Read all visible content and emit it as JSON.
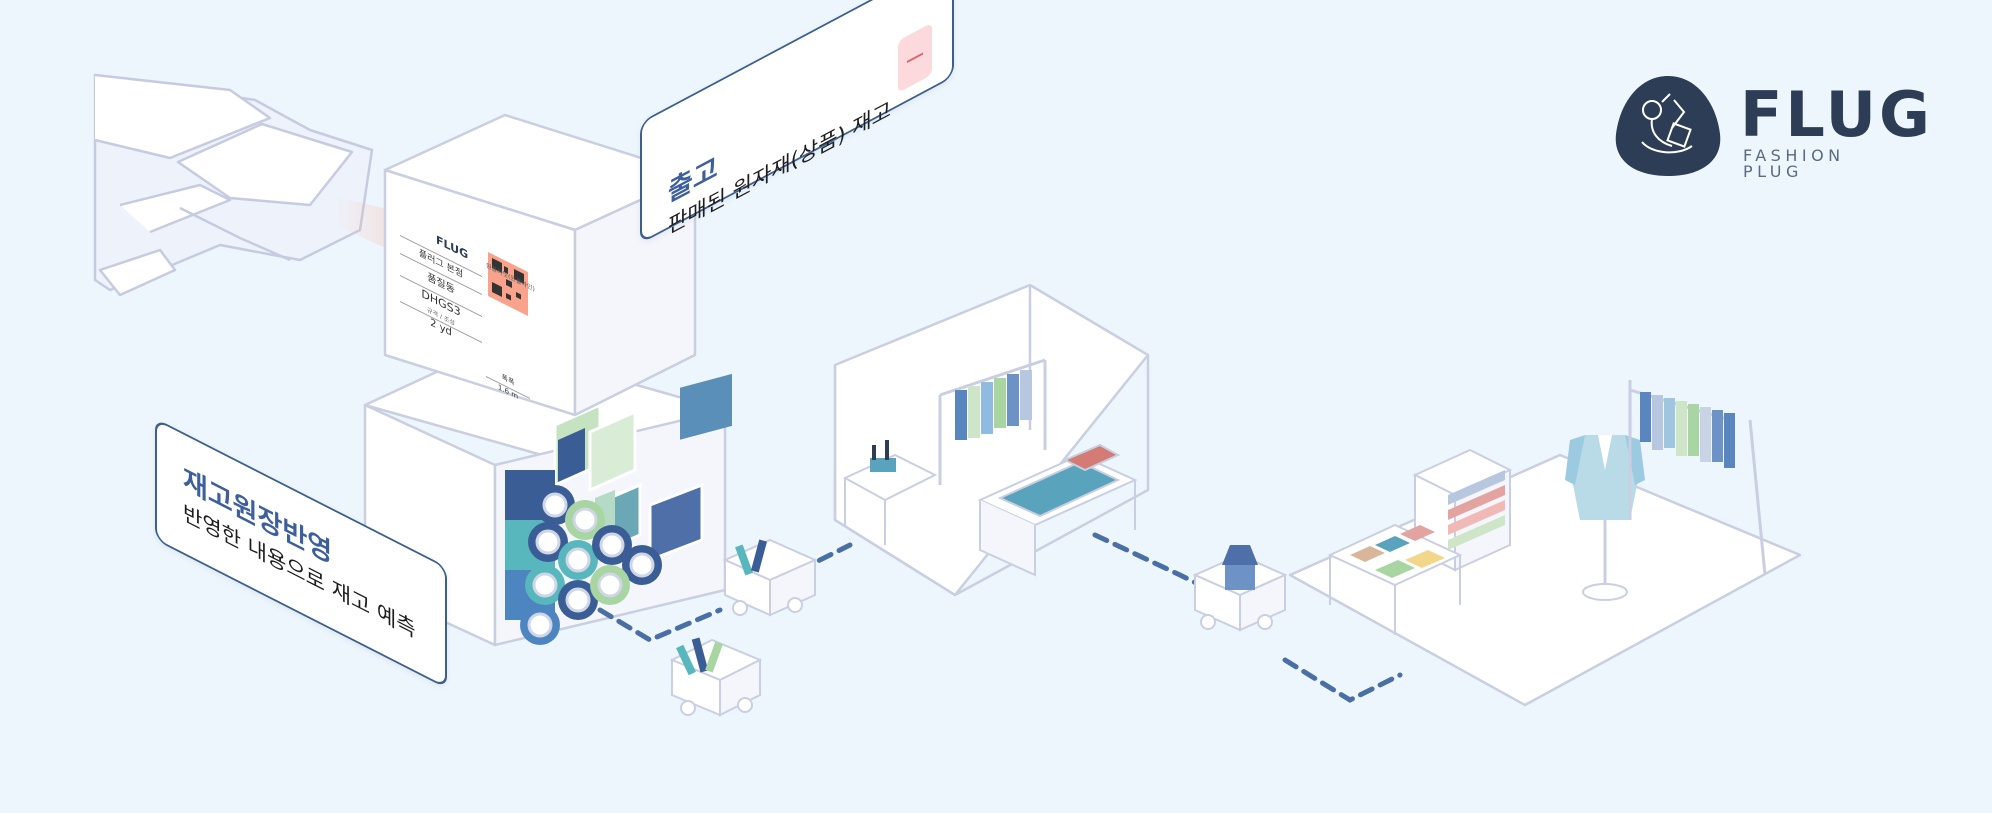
{
  "logo": {
    "word": "FLUG",
    "tagline": "FASHION PLUG",
    "color": "#2c3d55"
  },
  "cards": {
    "outbound": {
      "title": "출고",
      "description": "판매된 원자재(상품) 재고",
      "action_icon": "minus-icon",
      "action_color": "#fbd9dc"
    },
    "stock_ledger": {
      "title": "재고원장반영",
      "description": "반영한 내용으로 재고 예측"
    }
  },
  "label_sheet": {
    "brand": "FLUG",
    "right_header": "원플라잇(원플라인)",
    "rows": [
      "플러그 본점",
      "품질동",
      "DHGS3",
      "규격 / 조성",
      "2 yd"
    ],
    "side_rows": [
      "폭폭",
      "1.6 m"
    ]
  },
  "colors": {
    "background": "#eef6fd",
    "line": "#c9cfe0",
    "accent_blue": "#3d5f9e",
    "scan_beam": "#f7b6a4",
    "dashed_path": "#4a6fa5"
  }
}
